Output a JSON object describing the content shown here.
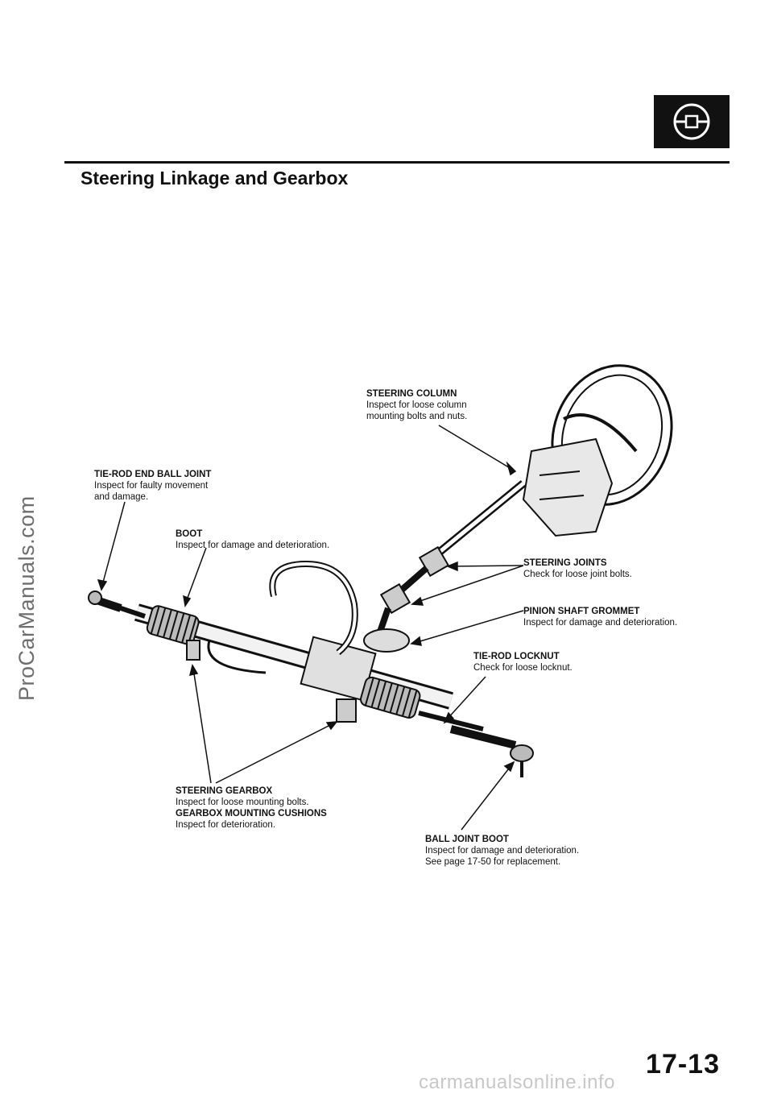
{
  "watermark_side": "ProCarManuals.com",
  "section_icon": "steering-wheel-icon",
  "title": "Steering Linkage and Gearbox",
  "callouts": {
    "steering_column": {
      "head": "STEERING COLUMN",
      "lines": [
        "Inspect for loose column",
        "mounting bolts and nuts."
      ]
    },
    "tie_rod_end": {
      "head": "TIE-ROD END BALL JOINT",
      "lines": [
        "Inspect for faulty movement",
        "and damage."
      ]
    },
    "boot": {
      "head": "BOOT",
      "lines": [
        "Inspect for damage and deterioration."
      ]
    },
    "steering_joints": {
      "head": "STEERING JOINTS",
      "lines": [
        "Check for loose joint bolts."
      ]
    },
    "pinion_shaft": {
      "head": "PINION SHAFT GROMMET",
      "lines": [
        "Inspect for damage and deterioration."
      ]
    },
    "tie_rod_locknut": {
      "head": "TIE-ROD LOCKNUT",
      "lines": [
        "Check for loose locknut."
      ]
    },
    "gearbox": {
      "head": "STEERING GEARBOX",
      "line1": "Inspect for loose mounting bolts.",
      "head2": "GEARBOX MOUNTING CUSHIONS",
      "line2": "Inspect for deterioration."
    },
    "ball_joint_boot": {
      "head": "BALL JOINT BOOT",
      "lines": [
        "Inspect for damage and deterioration.",
        "See page 17-50 for replacement."
      ]
    }
  },
  "page_number": "17-13",
  "footer_watermark": "carmanualsonline.info"
}
